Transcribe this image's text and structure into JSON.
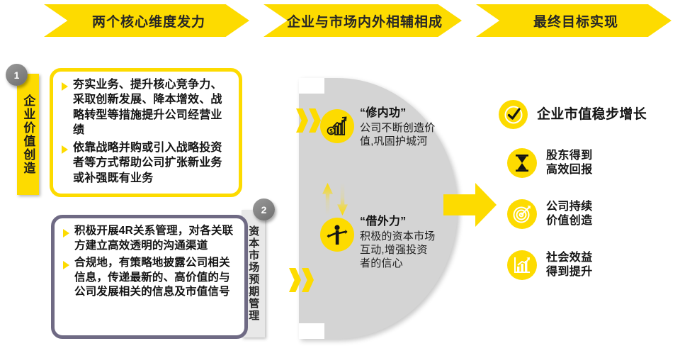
{
  "banners": [
    {
      "id": "banner-dimensions",
      "label": "两个核心维度发力"
    },
    {
      "id": "banner-market",
      "label": "企业与市场内外相辅相成"
    },
    {
      "id": "banner-goal",
      "label": "最终目标实现"
    }
  ],
  "left": {
    "groups": [
      {
        "badge": "1",
        "tab_label": "企业价值创造",
        "tab_color": "#fddb00",
        "border_color": "#fddb00",
        "bullets": [
          "夯实业务、提升核心竞争力、采取创新发展、降本增效、战略转型等措施提升公司经营业绩",
          "依靠战略并购或引入战略投资者等方式帮助公司扩张新业务或补强既有业务"
        ]
      },
      {
        "badge": "2",
        "tab_label": "资本市场预期管理",
        "tab_color": "#e8e8e8",
        "border_color": "#6f6a84",
        "bullets": [
          "积极开展4R关系管理，对各关联方建立高效透明的沟通渠道",
          "合规地，有策略地披露公司相关信息，传递最新的、高价值的与公司发展相关的信息及市值信号"
        ]
      }
    ]
  },
  "center": {
    "items": [
      {
        "icon": "growth-chart-money-icon",
        "title": "“修内功”",
        "desc": "公司不断创造价值,巩固护城河"
      },
      {
        "icon": "person-outreach-icon",
        "title": "“借外力”",
        "desc": "积极的资本市场互动,增强投资者的信心"
      }
    ]
  },
  "right": {
    "headline": {
      "icon": "check-circle-icon",
      "label": "企业市值稳步增长"
    },
    "results": [
      {
        "icon": "hourglass-icon",
        "label": "股东得到\n高效回报"
      },
      {
        "icon": "target-icon",
        "label": "公司持续\n价值创造"
      },
      {
        "icon": "bar-chart-growth-icon",
        "label": "社会效益\n得到提升"
      }
    ]
  },
  "colors": {
    "accent_yellow": "#fddb00",
    "grey_shape": "#d4d4d4",
    "purple_border": "#6f6a84",
    "badge_grey": "#7a7a7a"
  }
}
